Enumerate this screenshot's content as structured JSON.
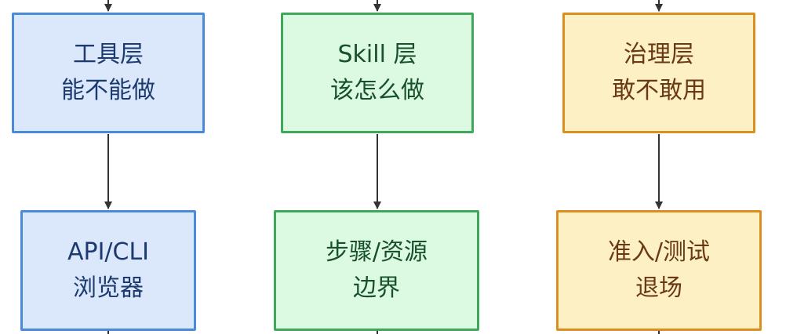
{
  "nodes": {
    "tool": {
      "line1": "工具层",
      "line2": "能不能做"
    },
    "skill": {
      "line1": "Skill 层",
      "line2": "该怎么做"
    },
    "gov": {
      "line1": "治理层",
      "line2": "敢不敢用"
    },
    "api": {
      "line1": "API/CLI",
      "line2": "浏览器"
    },
    "steps": {
      "line1": "步骤/资源",
      "line2": "边界"
    },
    "admission": {
      "line1": "准入/测试",
      "line2": "退场"
    }
  },
  "colors": {
    "edge": "#333333",
    "blue_fill": "#dbe8fc",
    "blue_border": "#4a8ad9",
    "green_fill": "#dcf9e2",
    "green_border": "#3fa85a",
    "amber_fill": "#fdf0c4",
    "amber_border": "#dc8f1e"
  }
}
